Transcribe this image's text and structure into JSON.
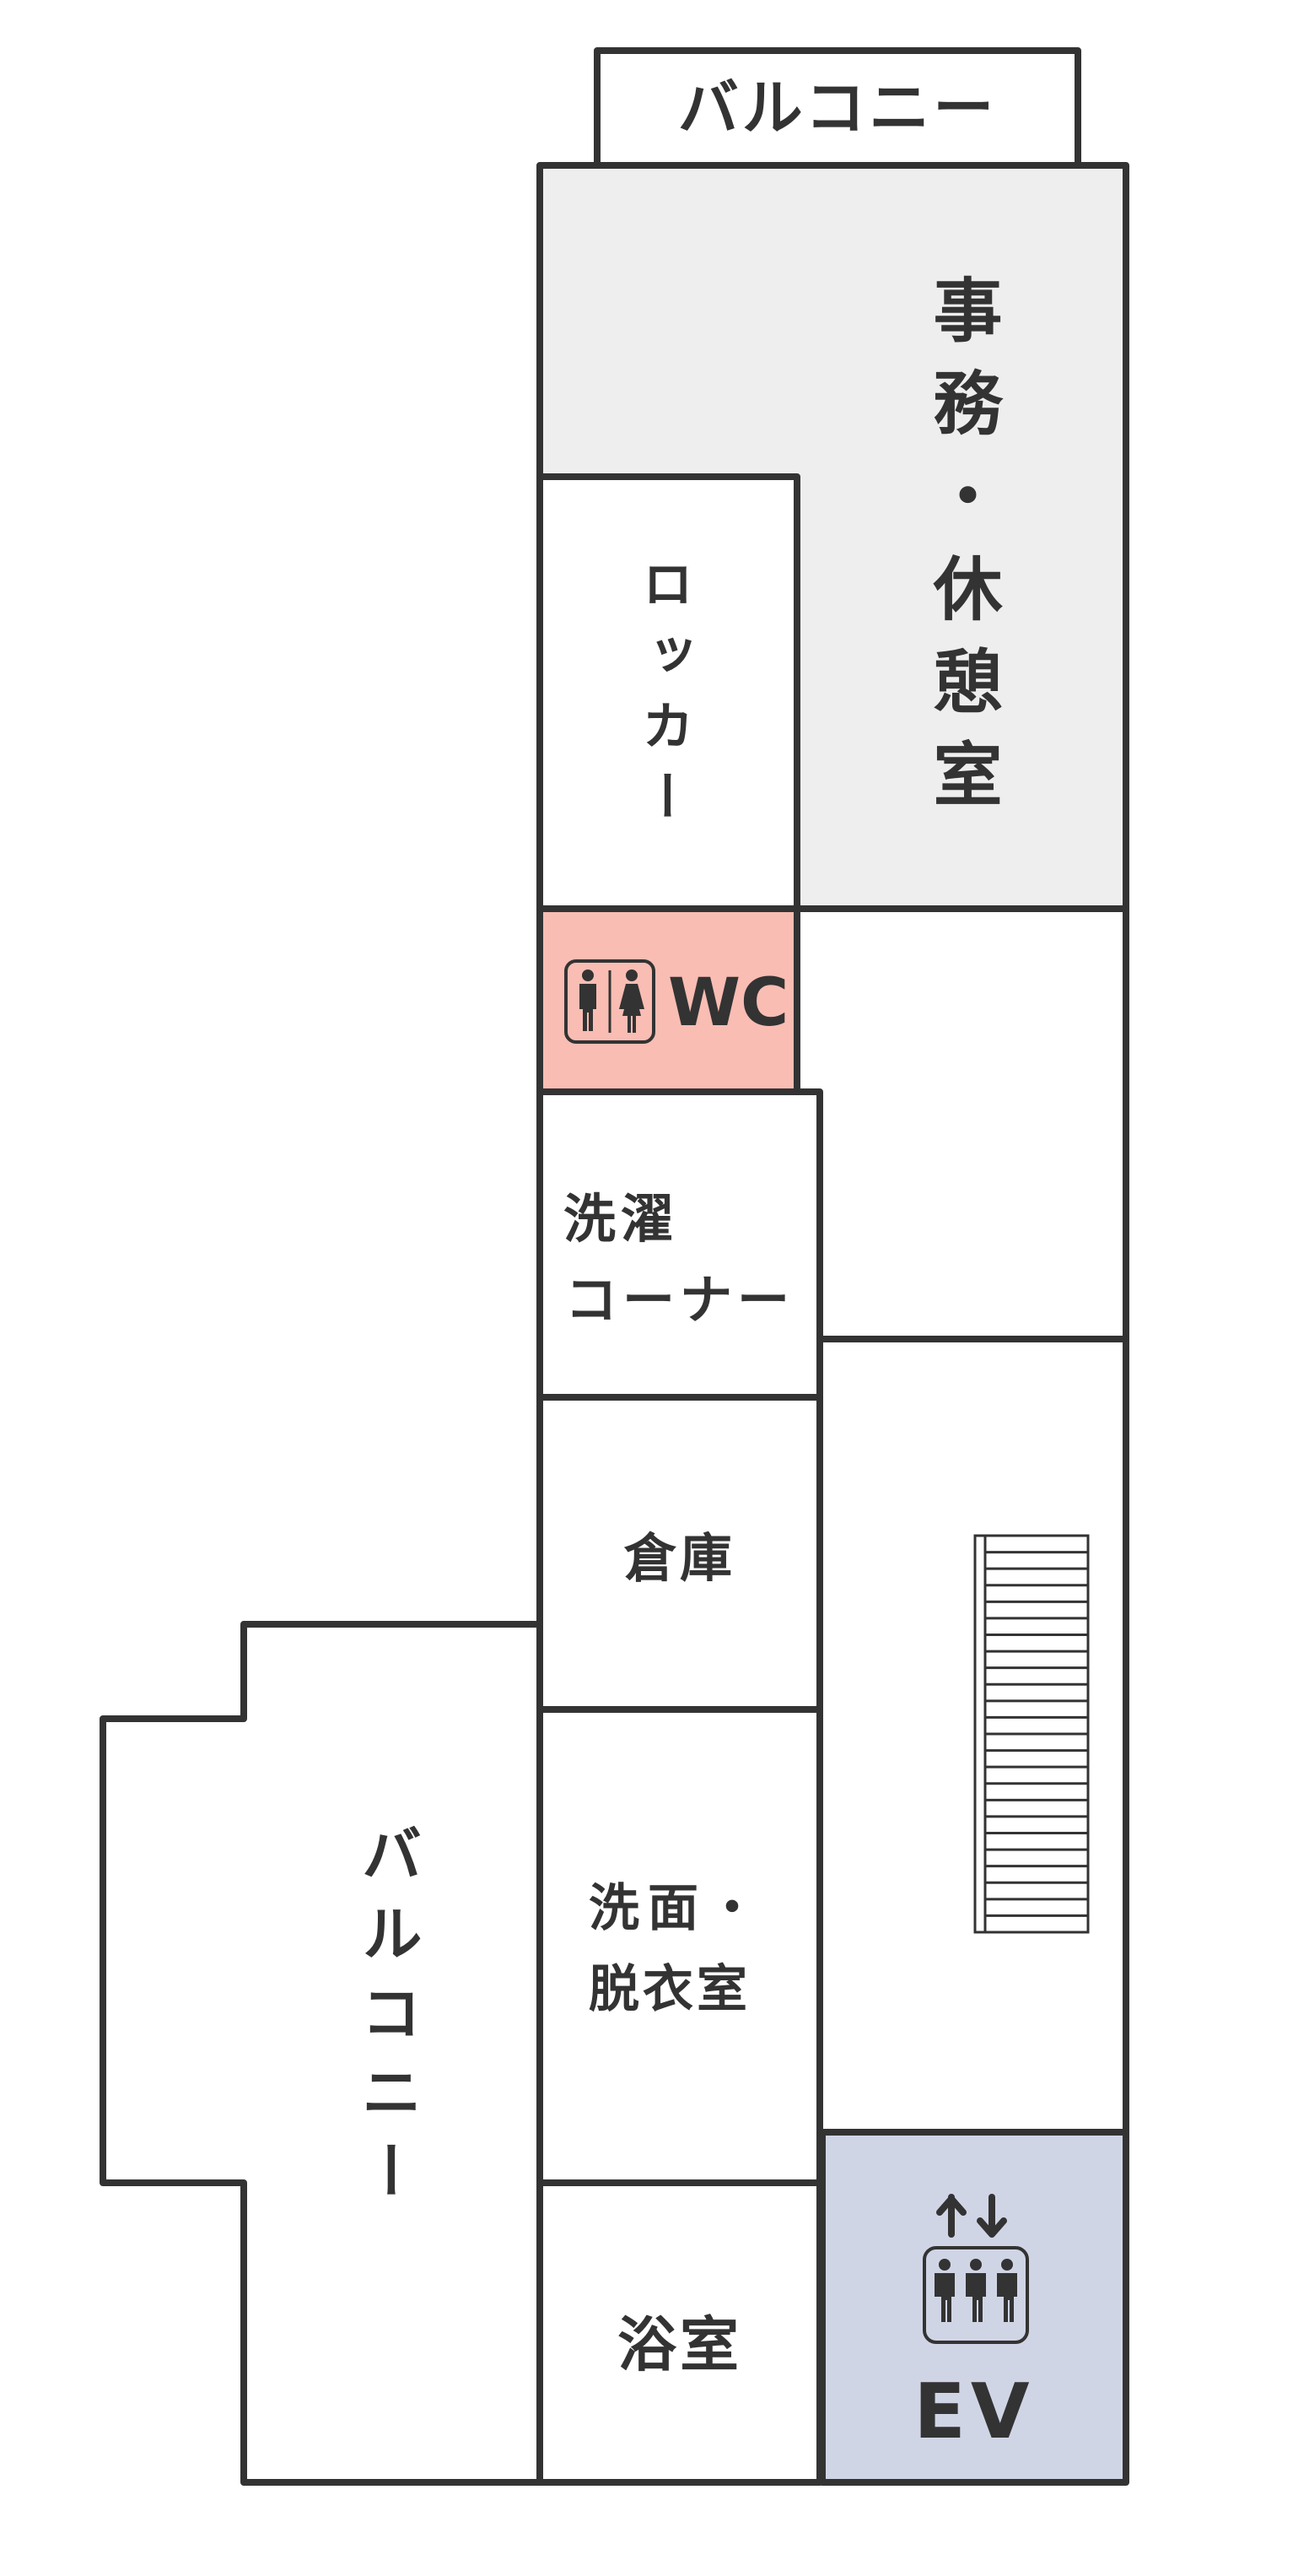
{
  "colors": {
    "wall": "#333333",
    "office_fill": "#eeeeee",
    "wc_fill": "#f9bdb3",
    "ev_fill": "#d0d5e6",
    "background": "#ffffff"
  },
  "rooms": {
    "balcony_top": "バルコニー",
    "office": "事務・休憩室",
    "locker": "ロッカー",
    "wc": "WC",
    "laundry_line1": "洗濯",
    "laundry_line2": "コーナー",
    "storage": "倉庫",
    "washroom_line1": "洗面・",
    "washroom_line2": "脱衣室",
    "bath": "浴室",
    "balcony_left": "バルコニー",
    "elevator": "EV"
  },
  "icons": {
    "wc": "restroom-icon",
    "elevator": "elevator-icon",
    "stairs": "stairs"
  }
}
